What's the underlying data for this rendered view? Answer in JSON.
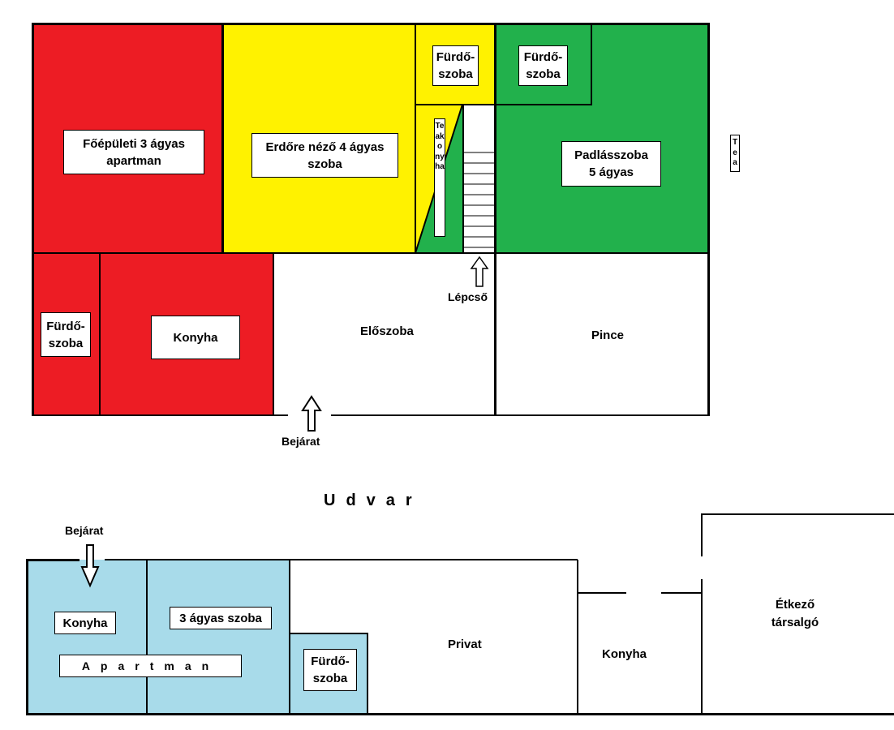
{
  "colors": {
    "red": "#ed1c24",
    "yellow": "#fff200",
    "green": "#22b14c",
    "blue": "#a8dbea",
    "white": "#ffffff",
    "wall": "#000000"
  },
  "main_building": {
    "apartment_3_bed_l1": "Főépületi 3 ágyas",
    "apartment_3_bed_l2": "apartman",
    "forest_room_l1": "Erdőre néző 4 ágyas",
    "forest_room_l2": "szoba",
    "bathroom_top_l1": "Fürdő-",
    "bathroom_top_l2": "szoba",
    "bathroom_green_l1": "Fürdő-",
    "bathroom_green_l2": "szoba",
    "tea_kitchen": "Teakonyha",
    "attic_l1": "Padlásszoba",
    "attic_l2": "5 ágyas",
    "tea_side": "Tea",
    "bathroom_left_l1": "Fürdő-",
    "bathroom_left_l2": "szoba",
    "kitchen": "Konyha",
    "hall": "Előszoba",
    "cellar": "Pince",
    "stairs": "Lépcső",
    "entrance": "Bejárat"
  },
  "courtyard": "Udvar",
  "annex": {
    "entrance": "Bejárat",
    "kitchen": "Konyha",
    "room_3_bed": "3 ágyas szoba",
    "apartment": "Apartman",
    "bathroom_l1": "Fürdő-",
    "bathroom_l2": "szoba",
    "private": "Privat",
    "kitchen2": "Konyha",
    "dining_l1": "Étkező",
    "dining_l2": "társalgó"
  }
}
